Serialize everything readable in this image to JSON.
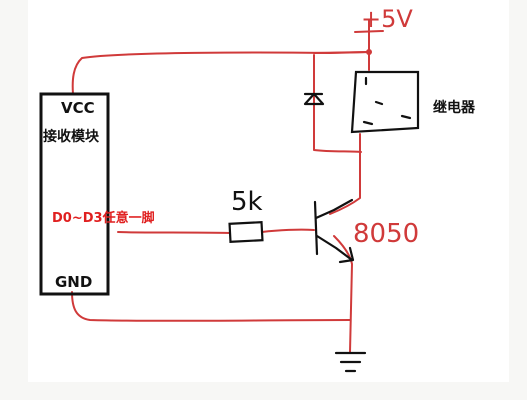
{
  "diagram": {
    "supply_label": "+5V",
    "module": {
      "vcc_label": "VCC",
      "name_label": "接收模块",
      "pin_label": "D0~D3任意一脚",
      "gnd_label": "GND"
    },
    "resistor_label": "5k",
    "relay_label": "继电器",
    "transistor_label": "8050",
    "colors": {
      "wire": "#d03a3a",
      "ink": "#111111",
      "pin_text": "#e02020",
      "background": "#ffffff",
      "margin": "#f7f7f5"
    }
  }
}
